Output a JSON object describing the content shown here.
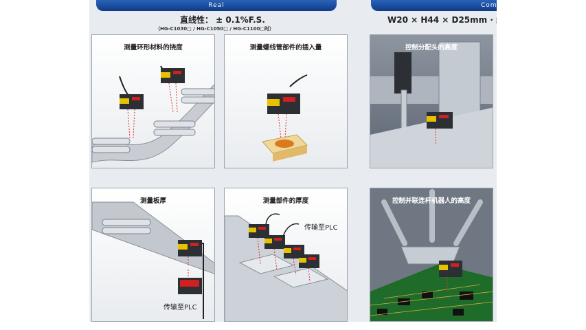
{
  "tabs": {
    "left": "Real",
    "right": "Com"
  },
  "specs": {
    "linearity": "直线性： ± 0.1%F.S.",
    "models": "（HG-C1030□ / HG-C1050□ / HG-C1100□时）",
    "dimensions": "W20 × H44 × D25mm · 约"
  },
  "panels": [
    {
      "title": "测量环形材料的挠度"
    },
    {
      "title": "测量螺线管部件的插入量"
    },
    {
      "title": "控制分配头的高度"
    },
    {
      "title": "测量板厚",
      "callout": "传输至PLC"
    },
    {
      "title": "测量部件的厚度",
      "callout": "传输至PLC"
    },
    {
      "title": "控制并联连杆机器人的高度"
    }
  ],
  "colors": {
    "tab": "#1a4c9e",
    "sensor_label": "#e8c200",
    "laser": "#e03030",
    "pcb": "#1f6b2a"
  }
}
